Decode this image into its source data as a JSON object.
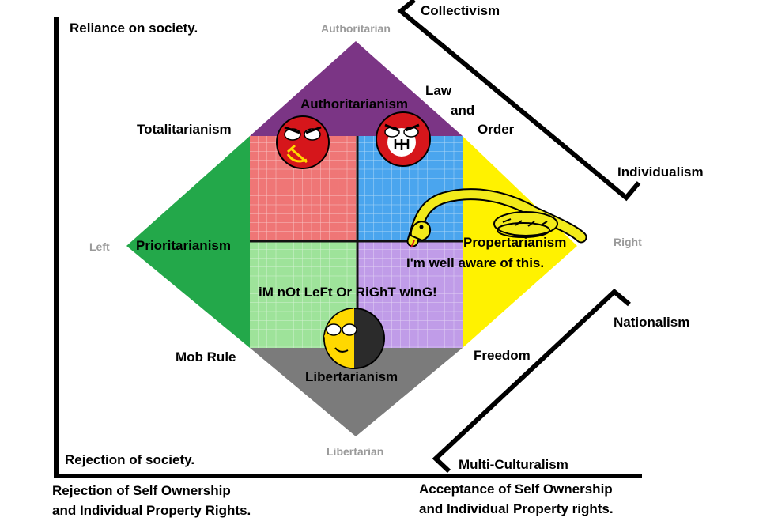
{
  "corner_labels": {
    "top_left": "Reliance on society.",
    "bottom_left": "Rejection of society.",
    "bottom_caption_left": [
      "Rejection of Self Ownership",
      "and Individual Property Rights."
    ],
    "bottom_caption_right": [
      "Acceptance of Self Ownership",
      "and Individual Property rights."
    ]
  },
  "side_labels": {
    "collectivism": "Collectivism",
    "individualism": "Individualism",
    "nationalism": "Nationalism",
    "multiculturalism": "Multi-Culturalism"
  },
  "axis_labels": {
    "top": "Authoritarian",
    "bottom": "Libertarian",
    "left": "Left",
    "right": "Right"
  },
  "regions": {
    "top": "Authoritarianism",
    "left": "Prioritarianism",
    "right": "Propertarianism",
    "bottom": "Libertarianism"
  },
  "edge_labels": {
    "top_left": "Totalitarianism",
    "top_right": [
      "Law",
      "and",
      "Order"
    ],
    "bottom_left": "Mob Rule",
    "bottom_right": "Freedom"
  },
  "annotations": {
    "snake_quote": "I'm well aware of this.",
    "center_quote": "iM nOt LeFt Or RiGhT wInG!"
  },
  "colors": {
    "auth_region": "#7b3585",
    "left_region": "#23a84a",
    "right_region": "#fff200",
    "lib_region": "#7b7b7b",
    "auth_left": "#ef7676",
    "auth_right": "#4aa5ee",
    "lib_left": "#9ee39a",
    "lib_right": "#c09ce8",
    "axis_text": "#9a9a9a"
  },
  "icons": [
    "hammer-sickle-ball",
    "nazi-ball",
    "gadsden-snake",
    "ancap-ball"
  ]
}
